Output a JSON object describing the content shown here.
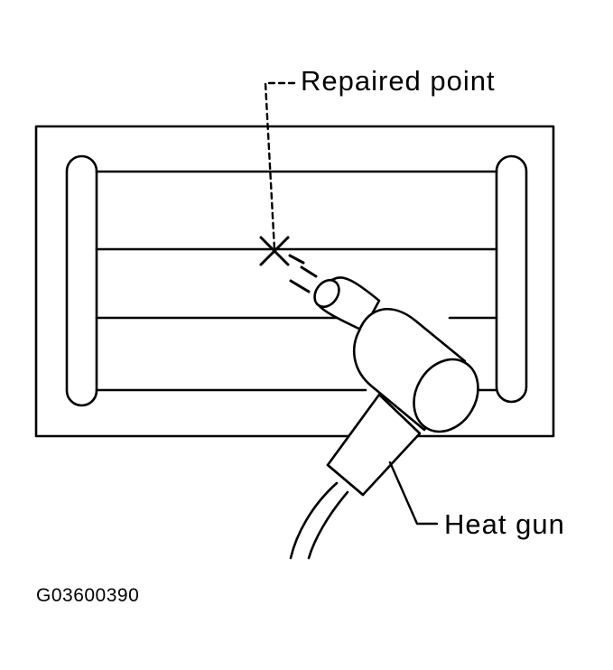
{
  "labels": {
    "repaired_point": "Repaired point",
    "heat_gun": "Heat gun"
  },
  "figure_code": "G03600390",
  "colors": {
    "line": "#000000",
    "background": "#ffffff"
  }
}
